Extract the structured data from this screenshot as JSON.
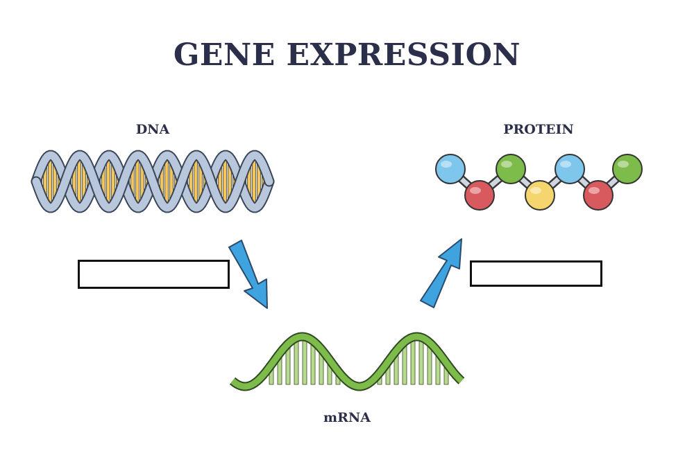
{
  "title": "GENE EXPRESSION",
  "labels": {
    "dna": "DNA",
    "protein": "PROTEIN",
    "mrna": "mRNA"
  },
  "blanks": {
    "left": "",
    "right": ""
  },
  "colors": {
    "title": "#2c2f4a",
    "dna_backbone": "#b9c7dc",
    "dna_bases": "#f2c65a",
    "arrow": "#3fa3e0",
    "mrna": "#7dbb4a",
    "protein_blue": "#7fc6ec",
    "protein_green": "#7dbb4a",
    "protein_red": "#d95a5e",
    "protein_yellow": "#f5d56e"
  },
  "protein_sequence": [
    "blue",
    "red",
    "green",
    "yellow",
    "blue",
    "red",
    "green"
  ]
}
